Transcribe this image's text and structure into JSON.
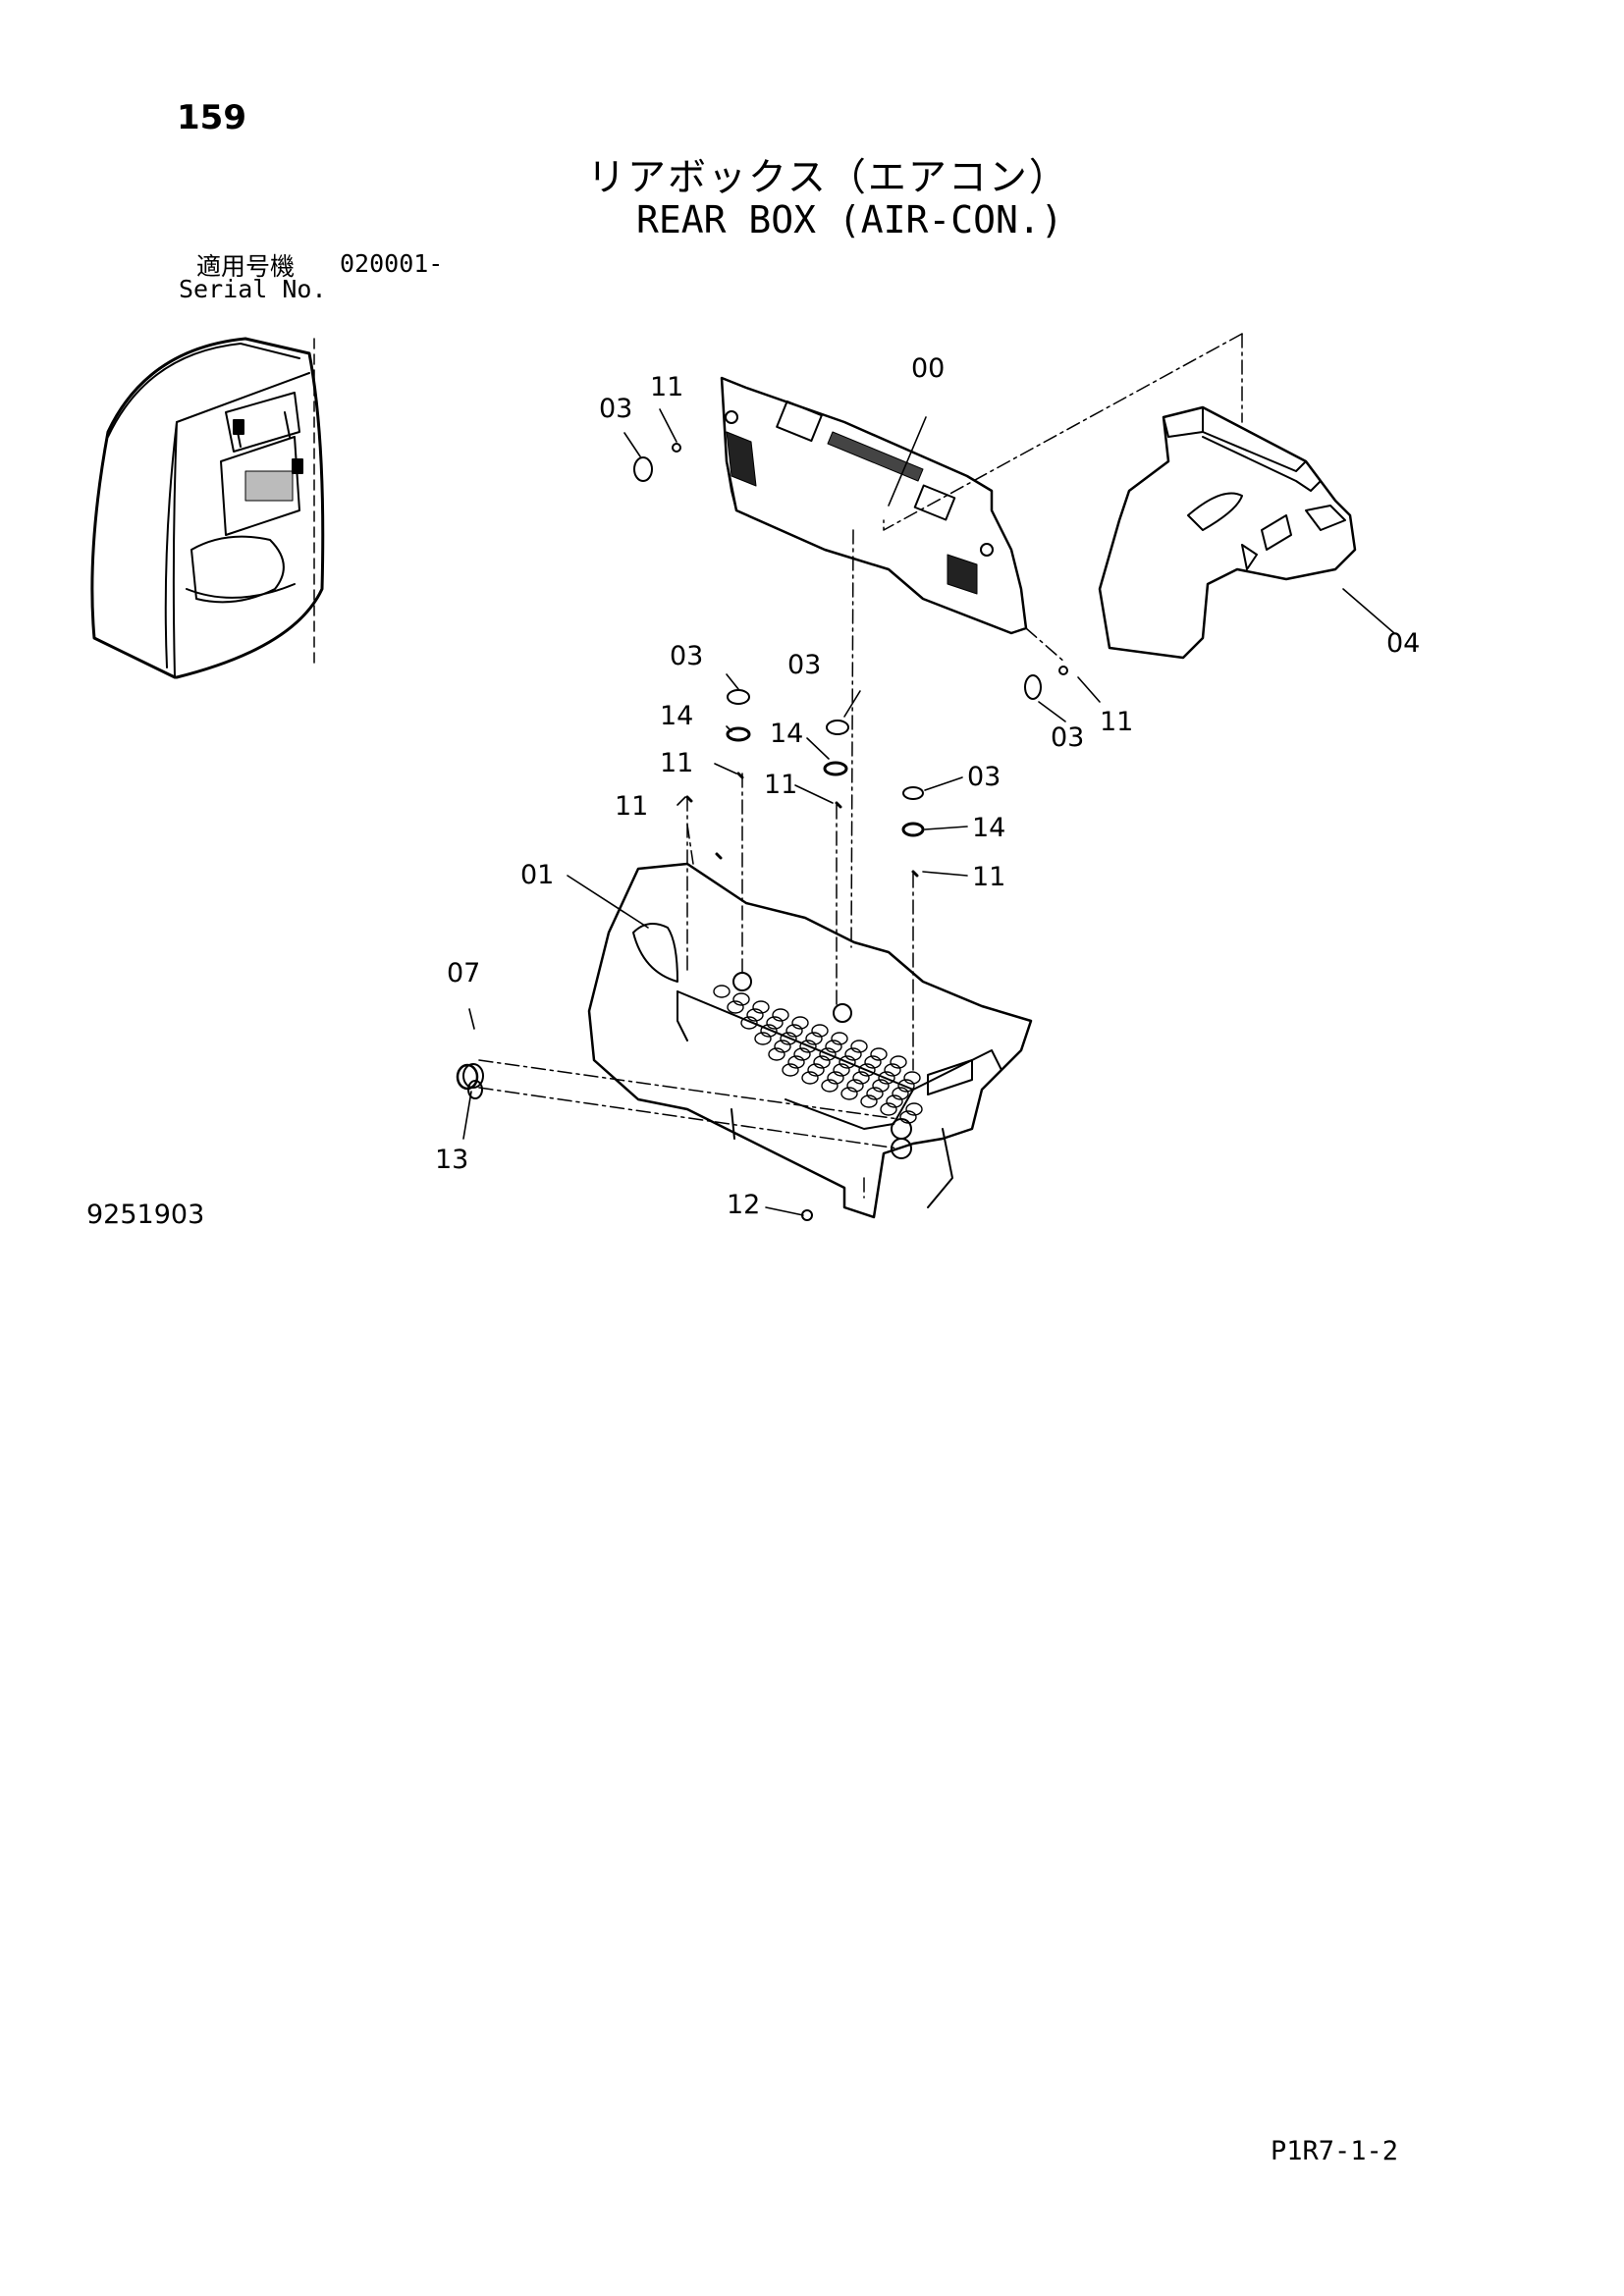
{
  "header": {
    "page_number": "159",
    "title_jp": "リアボックス（エアコン）",
    "title_en": "REAR BOX (AIR-CON.)",
    "serial_label_jp": "適用号機",
    "serial_range": "020001-",
    "serial_label_en": "Serial No."
  },
  "footer": {
    "drawing_number": "9251903",
    "page_reference": "P1R7-1-2"
  },
  "callouts": {
    "c00": "00",
    "c01": "01",
    "c03a": "03",
    "c03b": "03",
    "c03c": "03",
    "c03d": "03",
    "c03e": "03",
    "c04": "04",
    "c07": "07",
    "c11a": "11",
    "c11b": "11",
    "c11c": "11",
    "c11d": "11",
    "c11e": "11",
    "c11f": "11",
    "c12": "12",
    "c13": "13",
    "c14a": "14",
    "c14b": "14",
    "c14c": "14"
  }
}
